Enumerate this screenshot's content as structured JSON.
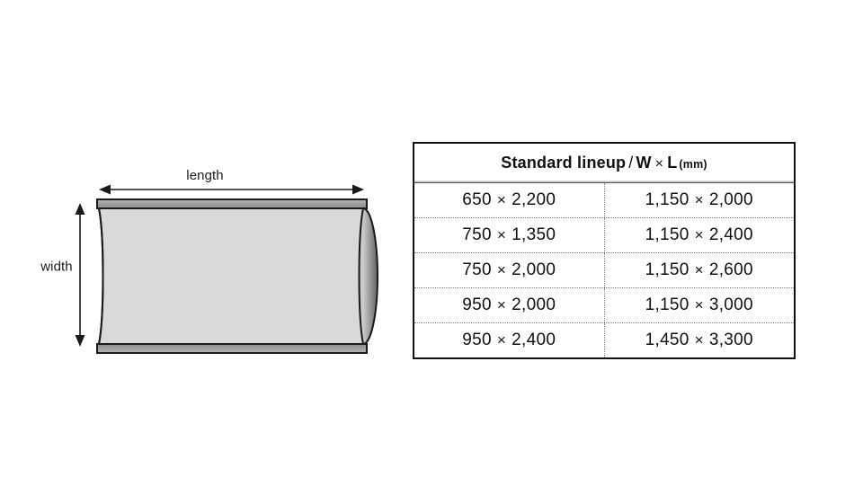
{
  "diagram": {
    "name": "roll-product-diagram",
    "length_label": "length",
    "width_label": "width",
    "length_arrow": "double-headed-horizontal-arrow",
    "width_arrow": "double-headed-vertical-arrow",
    "colors": {
      "body_fill": "#d9d9d9",
      "edge_band": "#a6a6a6",
      "outline": "#1a1a1a",
      "endcap_dark": "#5e5e5e",
      "endcap_light": "#cfcfcf"
    }
  },
  "table": {
    "name": "standard-lineup-table",
    "header": {
      "title": "Standard lineup",
      "separator": "/",
      "spec": "W",
      "multiply": "×",
      "spec2": "L",
      "unit": "(mm)"
    },
    "multiply_symbol": "×",
    "rows": [
      {
        "left_w": "650",
        "left_l": "2,200",
        "right_w": "1,150",
        "right_l": "2,000"
      },
      {
        "left_w": "750",
        "left_l": "1,350",
        "right_w": "1,150",
        "right_l": "2,400"
      },
      {
        "left_w": "750",
        "left_l": "2,000",
        "right_w": "1,150",
        "right_l": "2,600"
      },
      {
        "left_w": "950",
        "left_l": "2,000",
        "right_w": "1,150",
        "right_l": "3,000"
      },
      {
        "left_w": "950",
        "left_l": "2,400",
        "right_w": "1,450",
        "right_l": "3,300"
      }
    ]
  },
  "chart_data": {
    "type": "table",
    "title": "Standard lineup / W × L (mm)",
    "columns": [
      "W × L (column 1)",
      "W × L (column 2)"
    ],
    "rows": [
      [
        "650 × 2,200",
        "1,150 × 2,000"
      ],
      [
        "750 × 1,350",
        "1,150 × 2,400"
      ],
      [
        "750 × 2,000",
        "1,150 × 2,600"
      ],
      [
        "950 × 2,000",
        "1,150 × 3,000"
      ],
      [
        "950 × 2,400",
        "1,450 × 3,300"
      ]
    ],
    "unit": "mm"
  }
}
